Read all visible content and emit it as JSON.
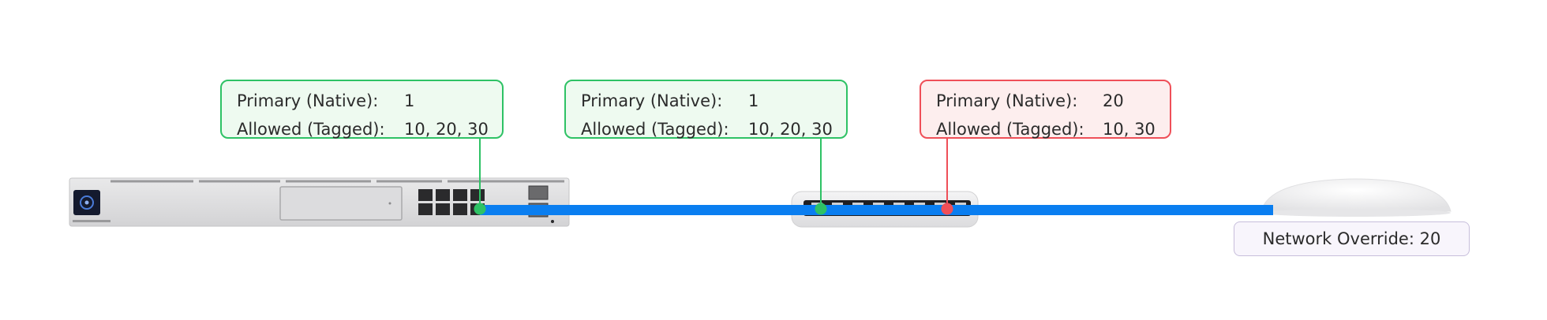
{
  "callouts": [
    {
      "primary_label": "Primary (Native):",
      "primary_value": "1",
      "allowed_label": "Allowed (Tagged):",
      "allowed_value": "10, 20, 30",
      "status": "ok"
    },
    {
      "primary_label": "Primary (Native):",
      "primary_value": "1",
      "allowed_label": "Allowed (Tagged):",
      "allowed_value": "10, 20, 30",
      "status": "ok"
    },
    {
      "primary_label": "Primary (Native):",
      "primary_value": "20",
      "allowed_label": "Allowed (Tagged):",
      "allowed_value": "10, 30",
      "status": "mismatch"
    }
  ],
  "override": {
    "label": "Network Override:",
    "value": "20"
  },
  "colors": {
    "ok": "#2ec265",
    "mismatch": "#ef4f58",
    "link": "#0a7ef0",
    "override_border": "#c7bedb"
  },
  "devices": [
    "gateway-rack-device",
    "switch-device",
    "access-point-device"
  ]
}
